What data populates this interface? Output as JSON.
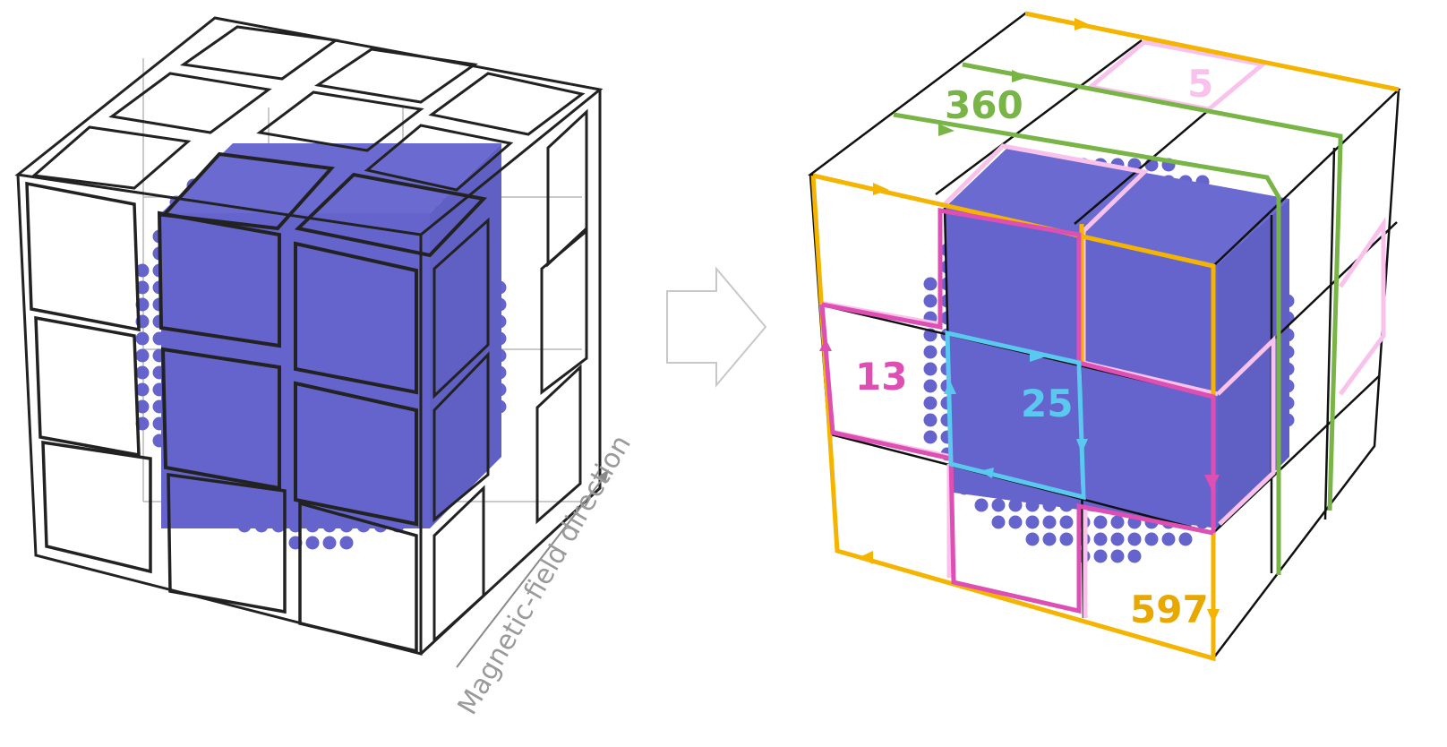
{
  "axis_label": "Magnetic-field direction",
  "colors": {
    "atoms": "#6464cc",
    "green": "#78b446",
    "orange": "#f5b400",
    "magenta": "#de4fb3",
    "light_pink": "#f9c2ec",
    "cyan": "#5bc8f0",
    "frame": "#222222",
    "arrow_outline": "#c8c8c8",
    "axis_text": "#9a9a9a"
  },
  "loops": [
    {
      "name": "green-loop",
      "label": "360",
      "color": "#78b446"
    },
    {
      "name": "light-pink-loop",
      "label": "5",
      "color": "#f9c2ec"
    },
    {
      "name": "magenta-loop",
      "label": "13",
      "color": "#de4fb3"
    },
    {
      "name": "cyan-loop",
      "label": "25",
      "color": "#5bc8f0"
    },
    {
      "name": "orange-loop",
      "label": "597",
      "color": "#f5b400"
    }
  ],
  "transition_arrow": "hollow-right-arrow-icon"
}
